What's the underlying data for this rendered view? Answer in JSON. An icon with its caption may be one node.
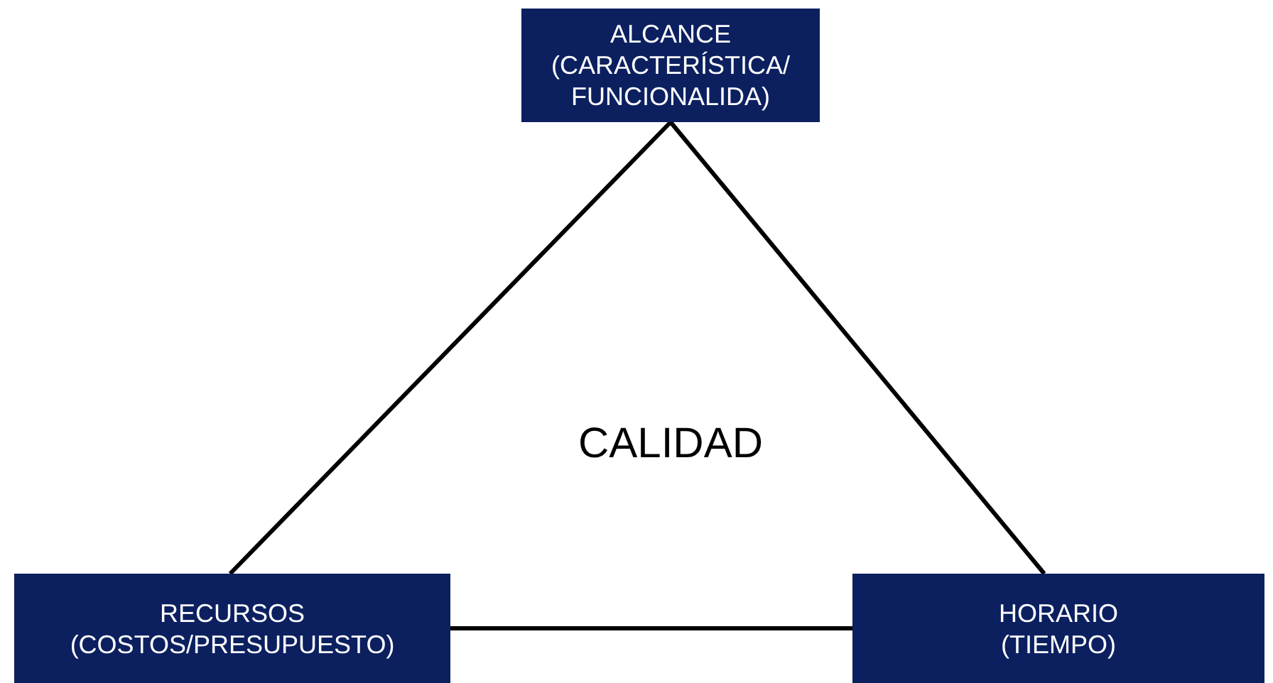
{
  "diagram": {
    "nodes": [
      {
        "text": [
          "ALCANCE",
          "(CARACTERÍSTICA/ FUNCIONALIDA)"
        ]
      },
      {
        "text": [
          "RECURSOS",
          "(COSTOS/PRESUPUESTO)"
        ]
      },
      {
        "text": [
          "HORARIO",
          "(TIEMPO)"
        ]
      }
    ],
    "edges": [
      {
        "from": 0,
        "to": 1,
        "arrow": "none"
      },
      {
        "from": 0,
        "to": 2,
        "arrow": "none"
      },
      {
        "from": 1,
        "to": 2,
        "arrow": "none"
      }
    ],
    "labels": [
      "CALIDAD"
    ]
  }
}
